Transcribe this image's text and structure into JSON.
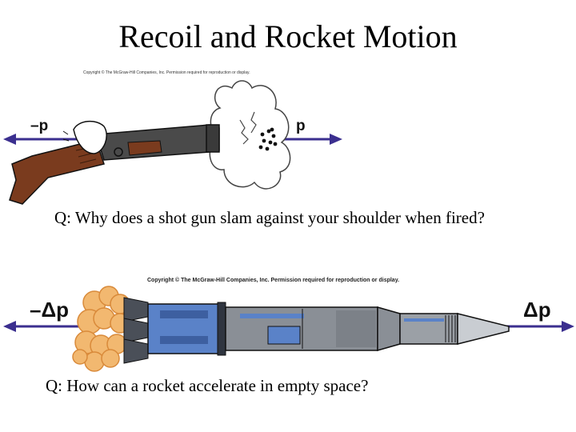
{
  "title": "Recoil and Rocket Motion",
  "shotgun": {
    "copyright": "Copyright © The McGraw-Hill Companies, Inc. Permission required for reproduction or display.",
    "left_label": "–p",
    "right_label": "p"
  },
  "question1": "Q: Why does a shot gun slam against your shoulder when fired?",
  "rocket": {
    "copyright": "Copyright © The McGraw-Hill Companies, Inc. Permission required for reproduction or display.",
    "left_label": "–Δp",
    "right_label": "Δp"
  },
  "question2": "Q: How can a rocket accelerate in empty space?",
  "colors": {
    "arrow": "#3b2f8f",
    "rocket_body": "#8a8f96",
    "rocket_blue": "#5a82c8",
    "flame": "#f2b870",
    "gun_metal": "#4a4a4a",
    "gun_wood": "#7a3b1e"
  }
}
